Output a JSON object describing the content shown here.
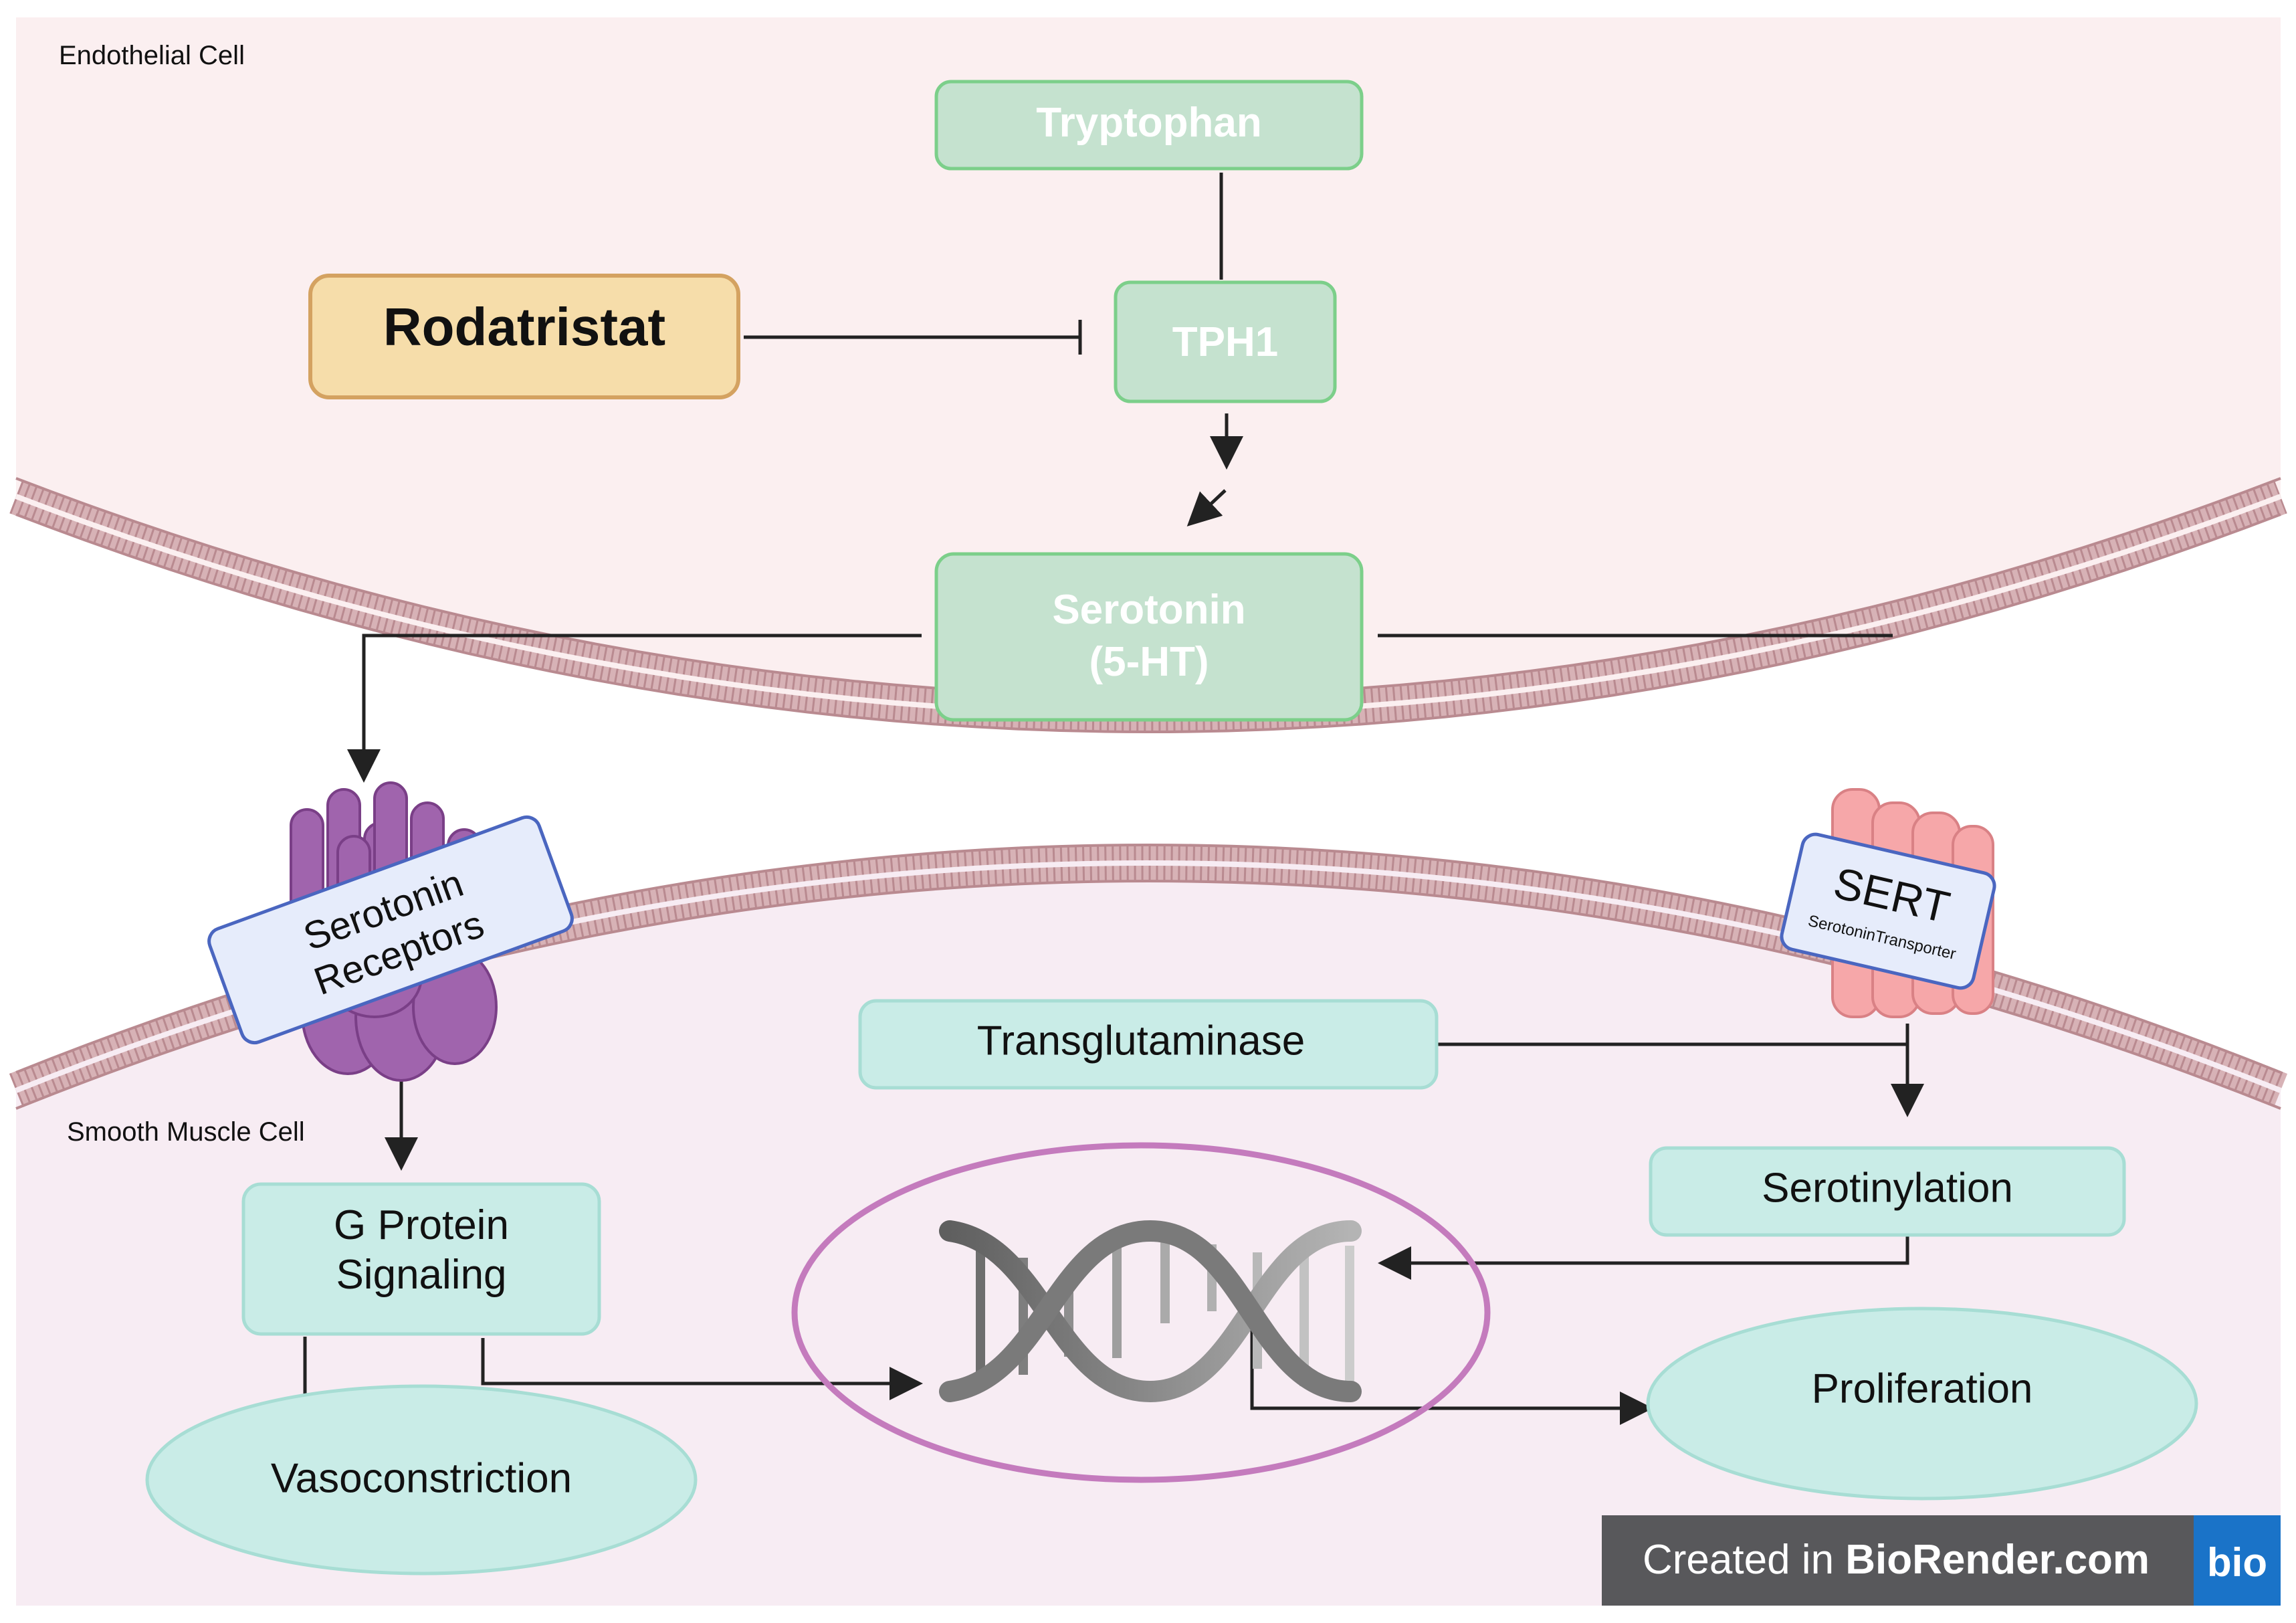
{
  "regions": {
    "top_cell": "Endothelial Cell",
    "bottom_cell": "Smooth Muscle Cell"
  },
  "nodes": {
    "tryptophan": "Tryptophan",
    "tph1": "TPH1",
    "rodatristat": "Rodatristat",
    "serotonin_line1": "Serotonin",
    "serotonin_line2": "(5-HT)",
    "receptor_line1": "Serotonin",
    "receptor_line2": "Receptors",
    "sert_title": "SERT",
    "sert_subtitle": "SerotoninTransporter",
    "transglutaminase": "Transglutaminase",
    "serotinylation": "Serotinylation",
    "gprotein_line1": "G Protein",
    "gprotein_line2": "Signaling",
    "vasoconstriction": "Vasoconstriction",
    "proliferation": "Proliferation"
  },
  "watermark": {
    "prefix": "Created in ",
    "brand": "BioRender.com",
    "logo": "bio"
  },
  "colors": {
    "endothelial_bg": "#fbeff0",
    "smooth_muscle_bg": "#f7ecf3",
    "membrane": "#b98a90",
    "green_fill": "#c5e2cf",
    "green_stroke": "#7ccf8a",
    "green_text": "#ffffff",
    "teal_fill": "#c9ece7",
    "teal_stroke": "#a7ddd4",
    "rodatristat_fill": "#f6ddaa",
    "rodatristat_stroke": "#d4a261",
    "receptor_purple": "#a064ad",
    "label_fill": "#e6ecfb",
    "label_stroke": "#4a66c0",
    "sert_pink": "#f6a7a9",
    "dna_ring": "#c47bbd",
    "arrow": "#222222",
    "watermark_bg": "#58585b",
    "logo_blue": "#1a73c8"
  }
}
